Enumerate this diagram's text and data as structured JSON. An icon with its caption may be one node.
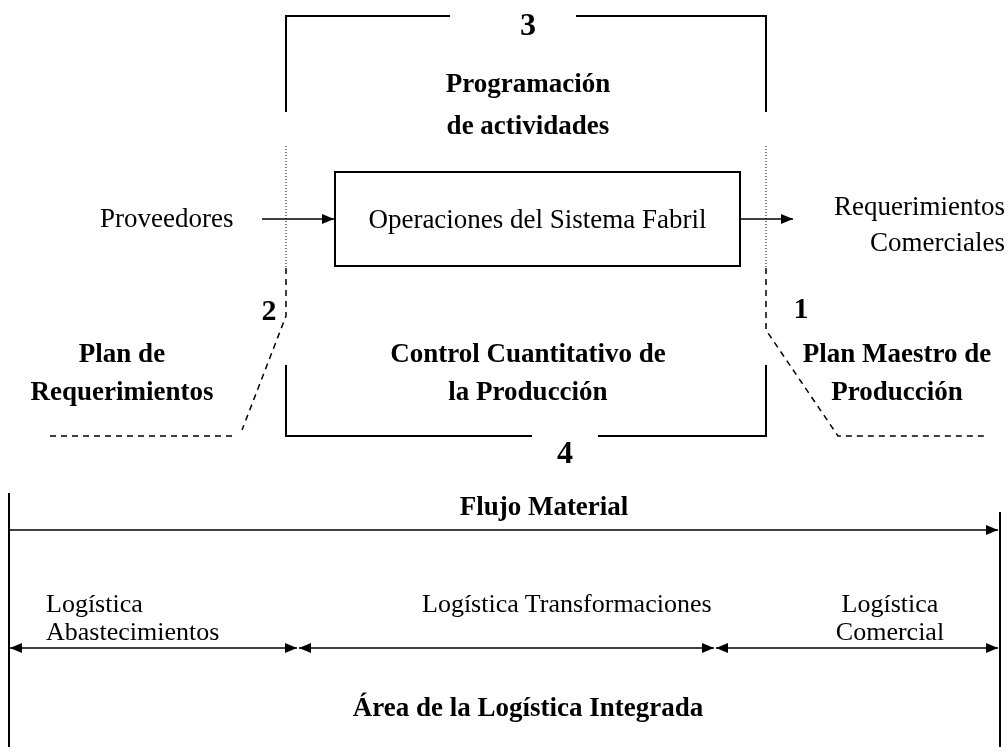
{
  "diagram": {
    "nodes": [
      {
        "text": [
          "Proveedores"
        ]
      },
      {
        "text": [
          "Operaciones del Sistema Fabril"
        ]
      },
      {
        "text": [
          "Requerimientos Comerciales"
        ]
      }
    ],
    "edges": [
      {
        "from": 0,
        "to": 1,
        "arrow": "to"
      },
      {
        "from": 1,
        "to": 2,
        "arrow": "to"
      }
    ],
    "labels": [
      "3",
      "Programación de actividades",
      "2",
      "1",
      "Plan de Requerimientos",
      "Control Cuantitativo de la Producción",
      "Plan Maestro de Producción",
      "4",
      "Flujo Material",
      "Logística Abastecimientos",
      "Logística Transformaciones",
      "Logística Comercial",
      "Área de la Logística Integrada"
    ]
  }
}
